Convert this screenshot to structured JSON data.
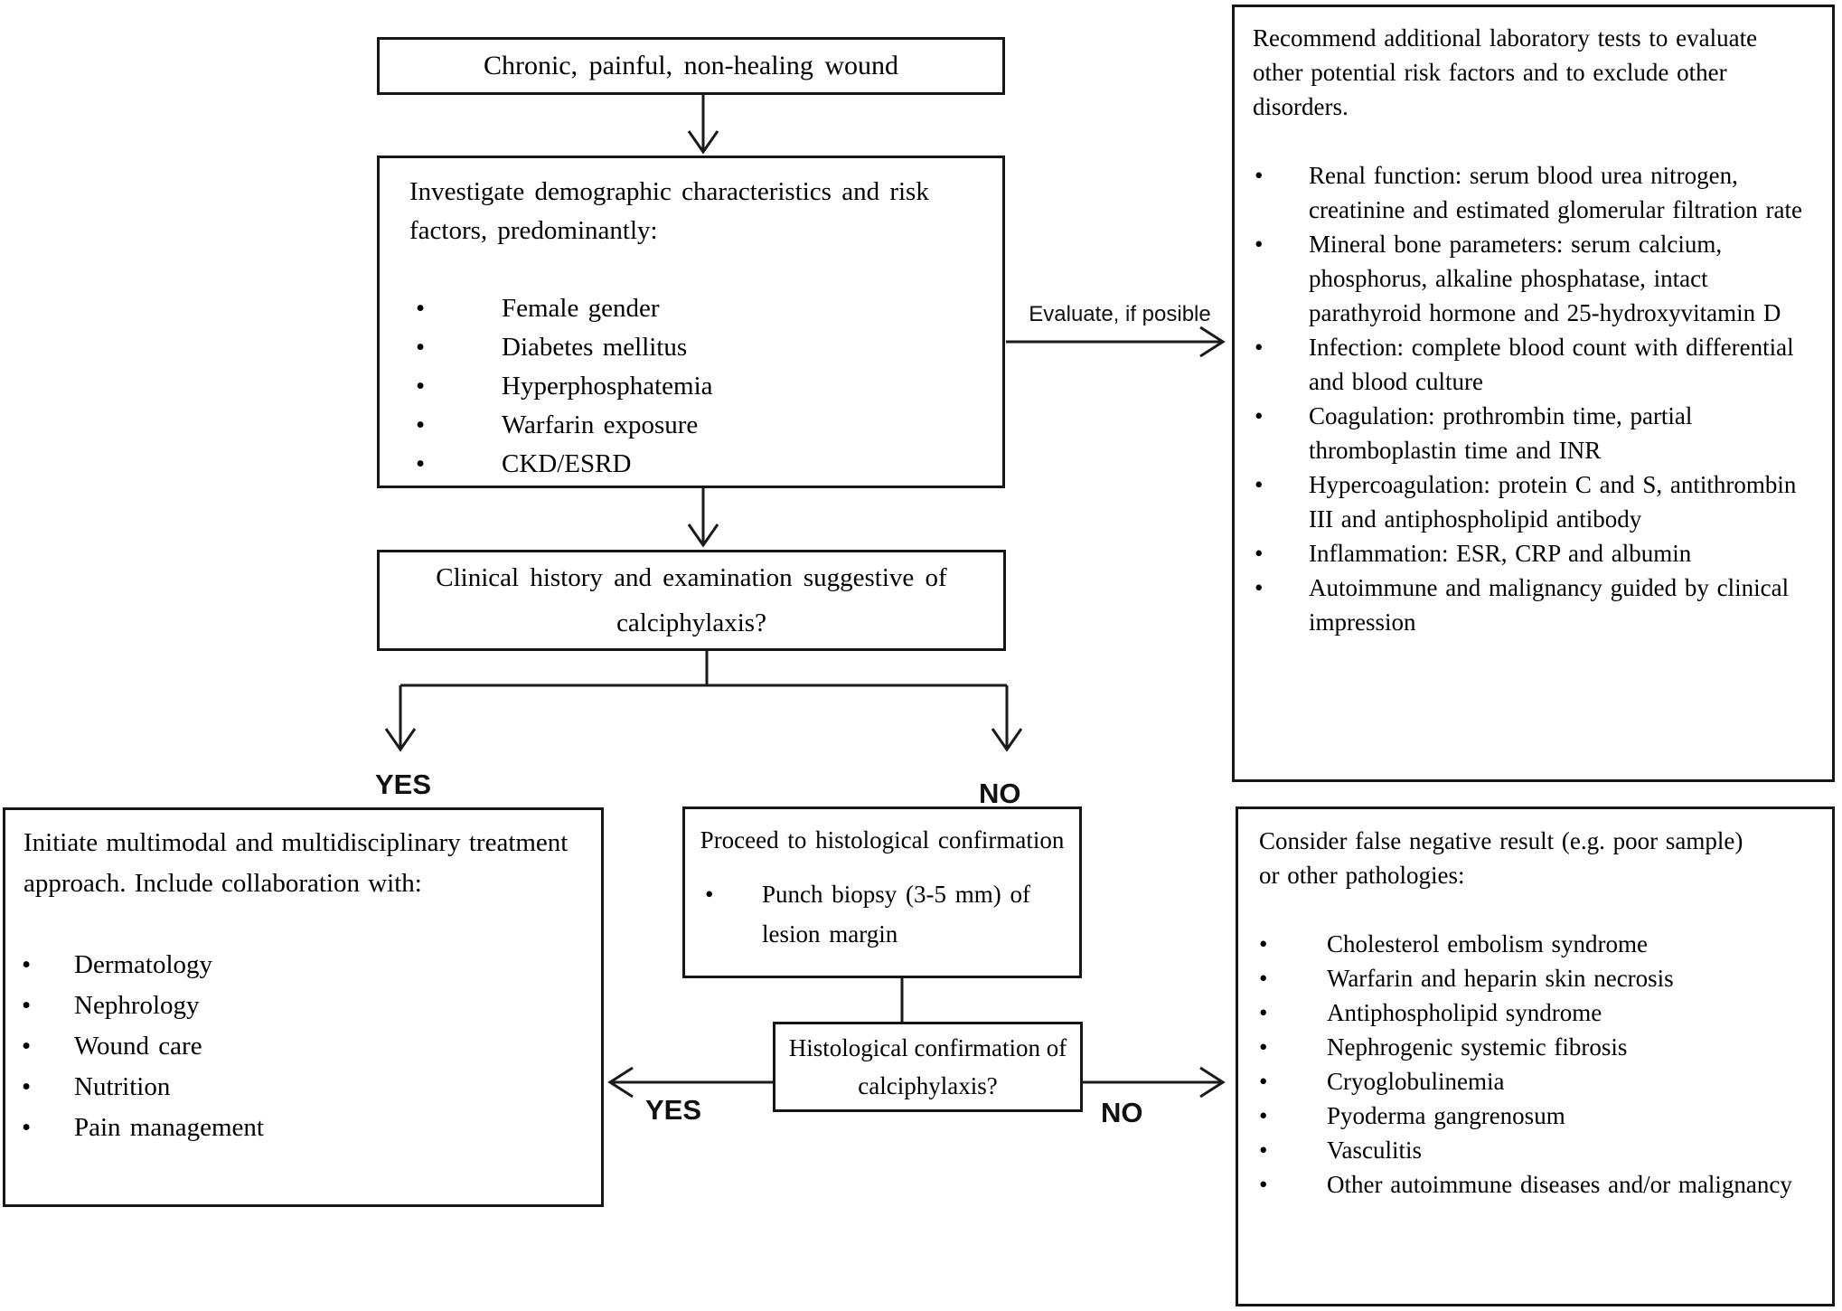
{
  "boxes": {
    "wound": {
      "text": "Chronic, painful, non-healing wound"
    },
    "investigate": {
      "intro": "Investigate demographic characteristics and risk factors, predominantly:",
      "items": [
        "Female gender",
        "Diabetes mellitus",
        "Hyperphosphatemia",
        "Warfarin exposure",
        "CKD/ESRD"
      ]
    },
    "labs": {
      "intro": "Recommend additional laboratory tests to evaluate other potential risk factors and to exclude other disorders.",
      "items": [
        "Renal function: serum blood urea nitrogen, creatinine and estimated glomerular filtration rate",
        "Mineral bone parameters: serum calcium, phosphorus, alkaline phosphatase, intact parathyroid hormone and 25-hydroxyvitamin D",
        "Infection: complete blood count with differential and blood culture",
        "Coagulation: prothrombin time, partial thromboplastin time and INR",
        "Hypercoagulation: protein C and S, antithrombin III and antiphospholipid antibody",
        "Inflammation: ESR, CRP and albumin",
        "Autoimmune and malignancy guided by clinical impression"
      ]
    },
    "clinical": {
      "text": "Clinical history and examination suggestive of calciphylaxis?"
    },
    "treatment": {
      "intro": "Initiate multimodal and multidisciplinary treatment approach. Include collaboration with:",
      "items": [
        "Dermatology",
        "Nephrology",
        "Wound care",
        "Nutrition",
        "Pain management"
      ]
    },
    "proceed": {
      "title": "Proceed to histological confirmation",
      "items": [
        "Punch biopsy (3-5 mm) of lesion margin"
      ]
    },
    "histology": {
      "text": "Histological confirmation of calciphylaxis?"
    },
    "pathologies": {
      "intro": "Consider false negative result (e.g. poor sample) or other pathologies:",
      "items": [
        "Cholesterol embolism syndrome",
        "Warfarin and heparin skin necrosis",
        "Antiphospholipid syndrome",
        "Nephrogenic systemic fibrosis",
        "Cryoglobulinemia",
        "Pyoderma gangrenosum",
        "Vasculitis",
        "Other autoimmune diseases and/or malignancy"
      ]
    }
  },
  "labels": {
    "evaluate": "Evaluate, if posible",
    "yes_clinical": "YES",
    "no_clinical": "NO",
    "yes_histology": "YES",
    "no_histology": "NO"
  },
  "colors": {
    "line": "#1a1a1a",
    "background": "#ffffff",
    "text": "#000000"
  }
}
